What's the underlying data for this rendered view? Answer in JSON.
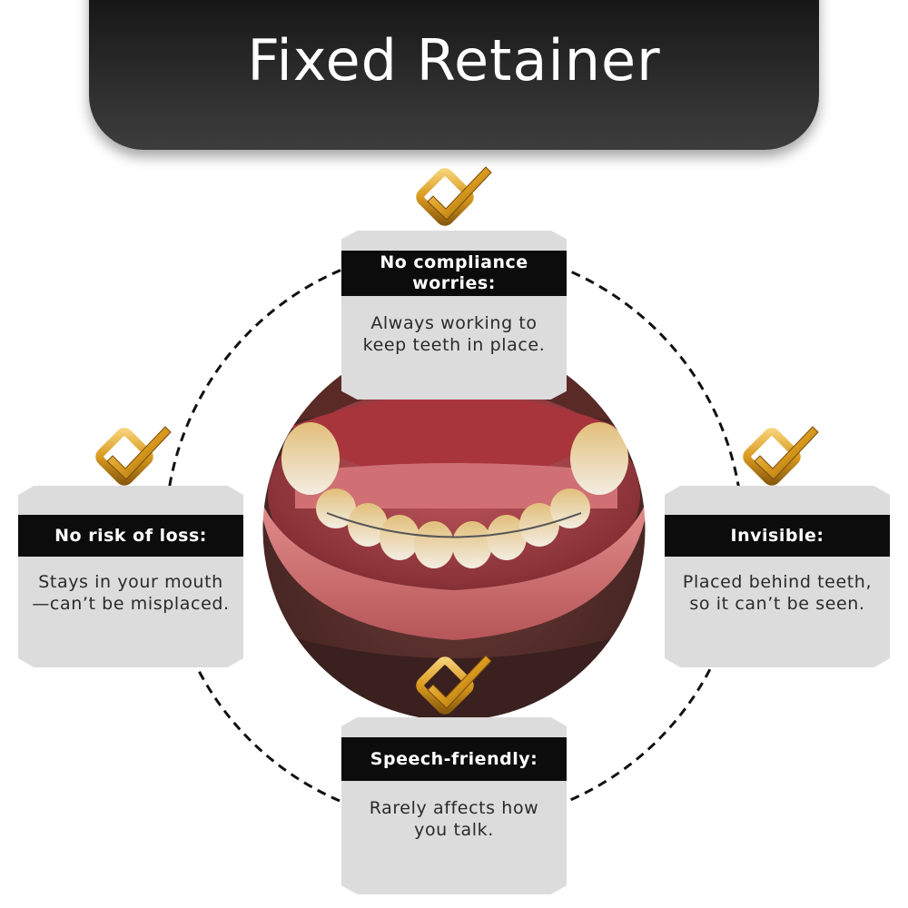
{
  "header": {
    "title": "Fixed Retainer"
  },
  "colors": {
    "banner": "#1a1a1a",
    "card_bg": "#dcdcdc",
    "card_head": "#0c0c0c",
    "check_gold": "#d99a1e",
    "dashed_ring": "#111111"
  },
  "center_image": {
    "icon": "open-mouth-fixed-retainer-photo"
  },
  "cards": [
    {
      "id": "top",
      "title": "No compliance worries:",
      "body": "Always working to keep teeth in place.",
      "icon": "gold-checkbox-icon"
    },
    {
      "id": "left",
      "title": "No risk of loss:",
      "body": "Stays in your mouth—can’t be misplaced.",
      "icon": "gold-checkbox-icon"
    },
    {
      "id": "right",
      "title": "Invisible:",
      "body": "Placed behind teeth, so it can’t be seen.",
      "icon": "gold-checkbox-icon"
    },
    {
      "id": "bottom",
      "title": "Speech-friendly:",
      "body": "Rarely affects how you talk.",
      "icon": "gold-checkbox-icon"
    }
  ]
}
